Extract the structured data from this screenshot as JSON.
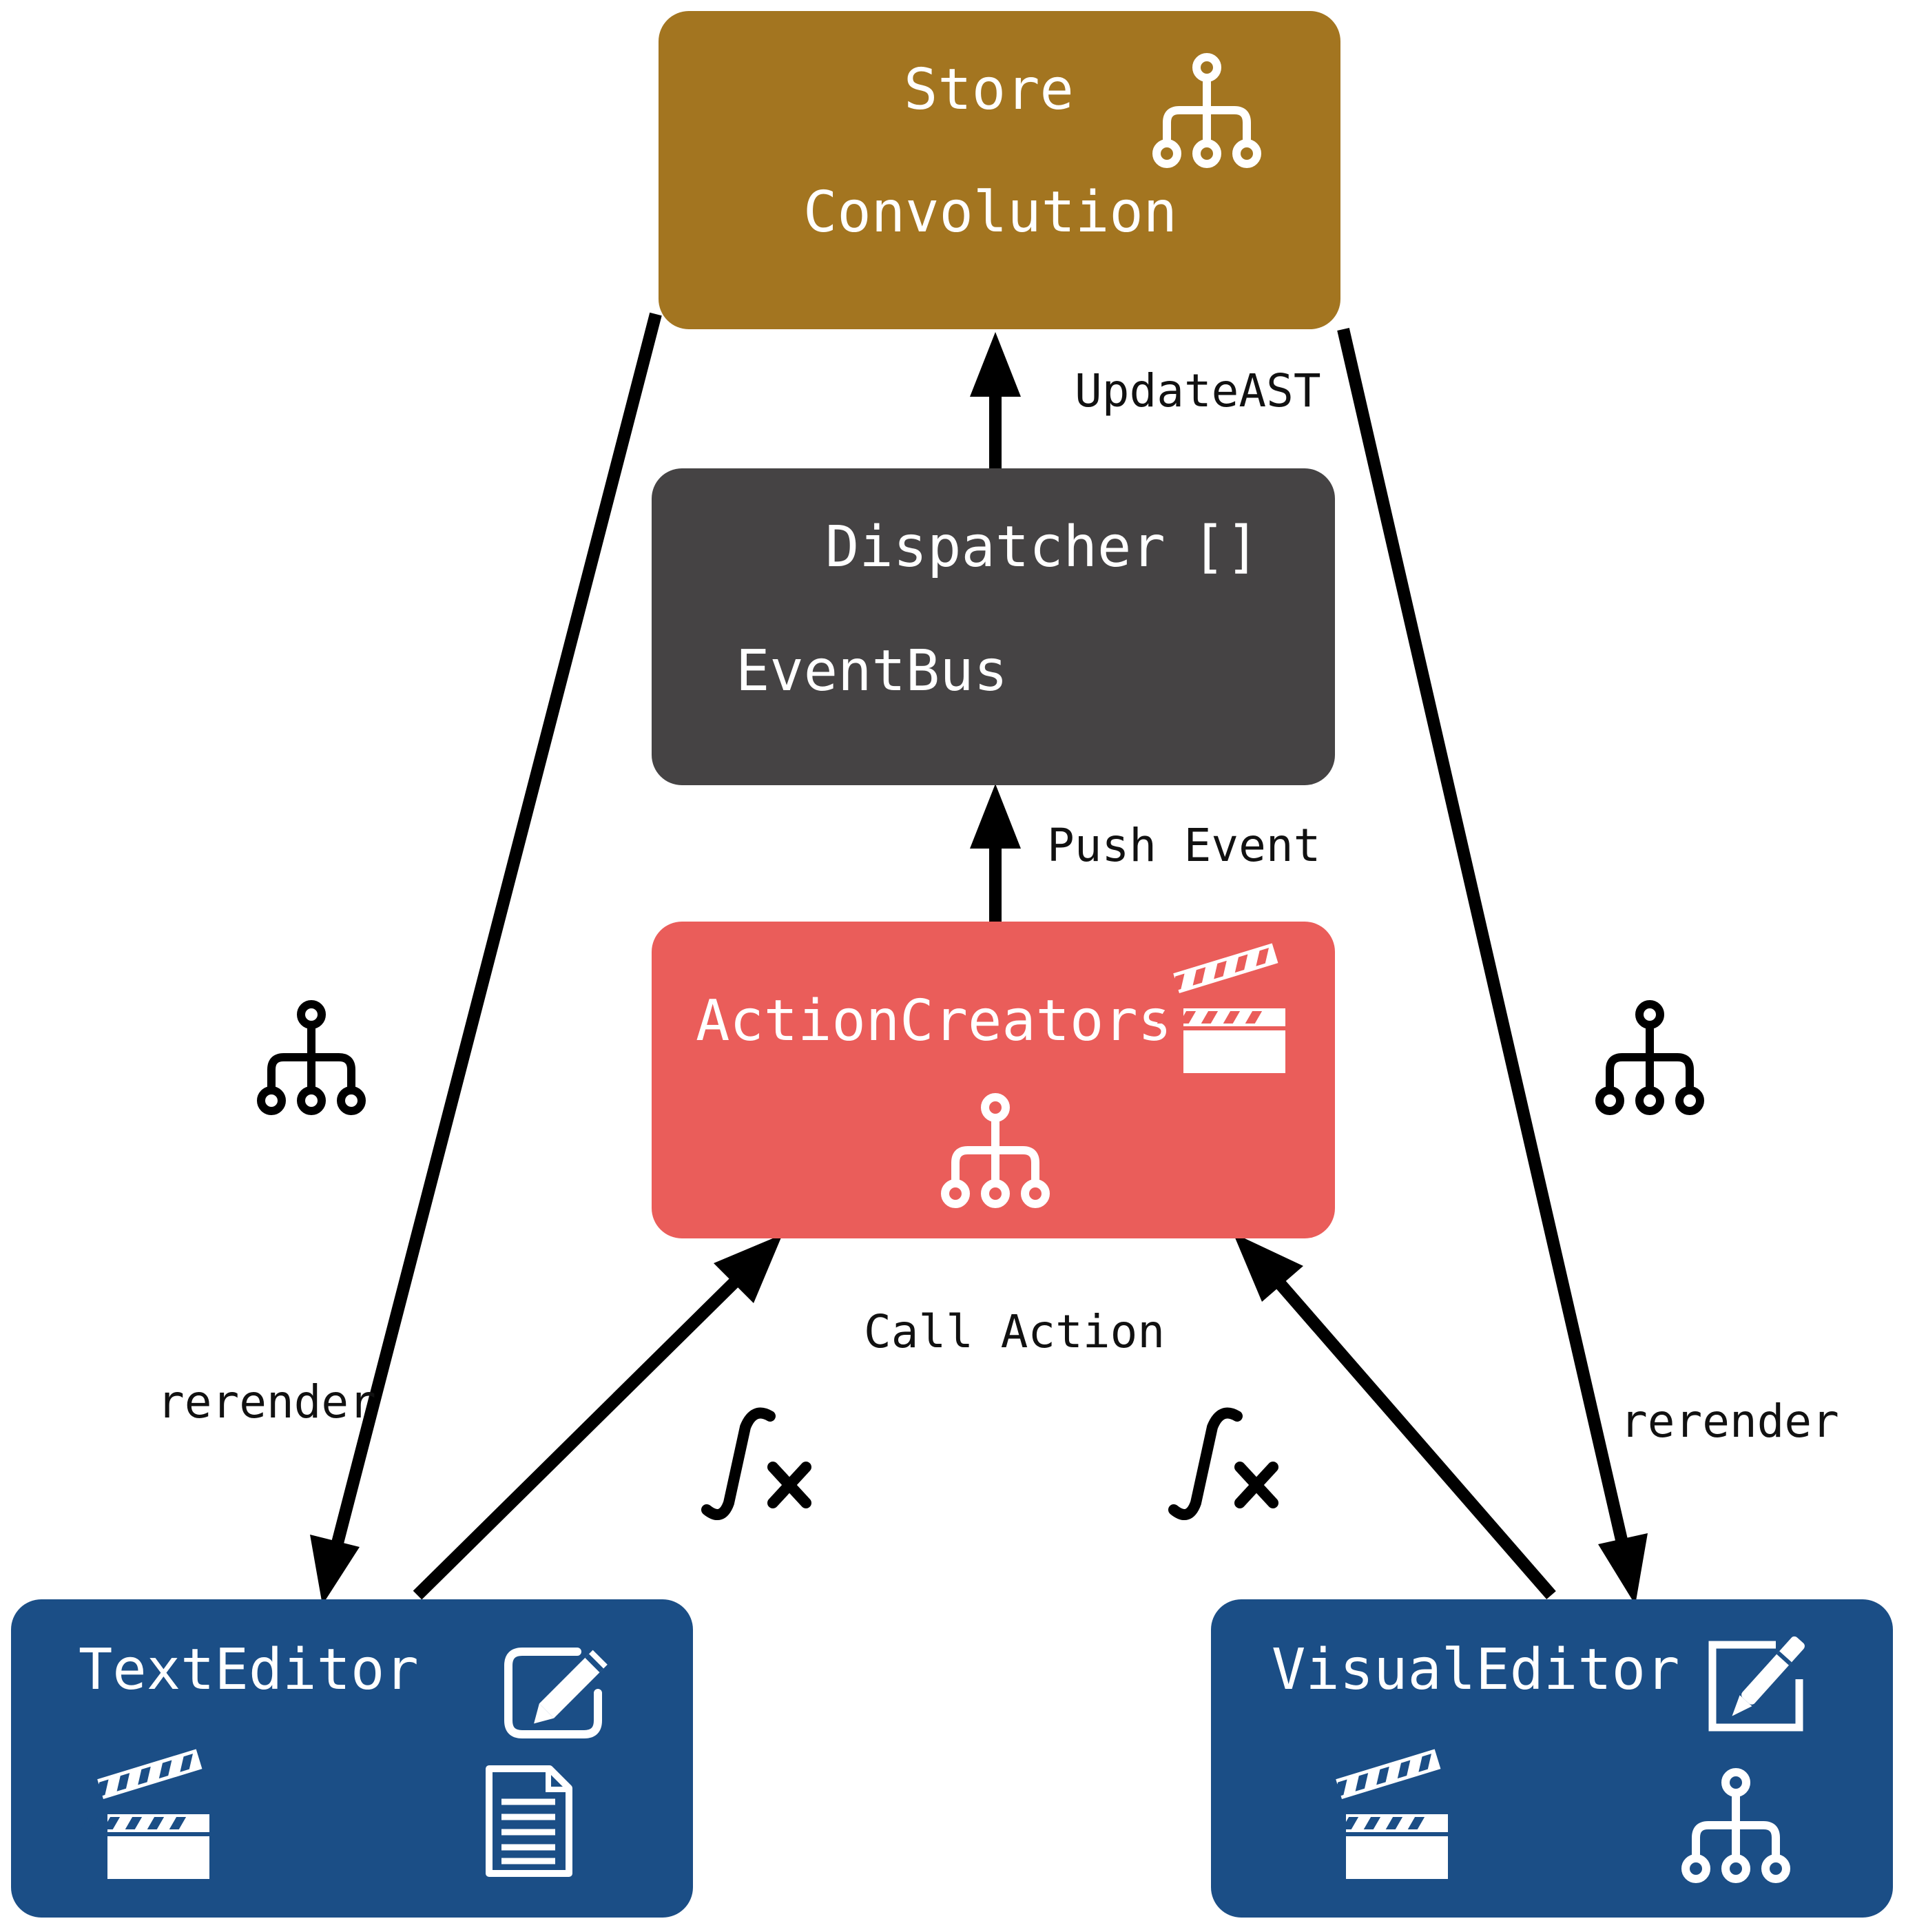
{
  "colors": {
    "store": "#A37520",
    "dispatcher": "#454344",
    "action_creators": "#EA5D5A",
    "editor": "#1B4E86",
    "edge": "#000000",
    "icon_light": "#ffffff",
    "icon_dark": "#000000"
  },
  "nodes": {
    "store": {
      "title": "Store",
      "subtitle": "Convolution",
      "icon": "tree-structure-icon"
    },
    "dispatcher": {
      "title": "Dispatcher",
      "title_glyph": "[]",
      "subtitle": "EventBus"
    },
    "action_creators": {
      "title": "ActionCreators",
      "icons": [
        "clapperboard-icon",
        "tree-structure-icon"
      ]
    },
    "text_editor": {
      "title": "TextEditor",
      "icons": [
        "edit-pencil-icon",
        "clapperboard-icon",
        "document-icon"
      ]
    },
    "visual_editor": {
      "title": "VisualEditor",
      "icons": [
        "edit-pen-icon",
        "clapperboard-icon",
        "tree-structure-icon"
      ]
    }
  },
  "edges": {
    "update_ast": {
      "label": "UpdateAST",
      "from": "dispatcher",
      "to": "store"
    },
    "push_event": {
      "label": "Push Event",
      "from": "action_creators",
      "to": "dispatcher"
    },
    "call_action": {
      "label": "Call Action",
      "from": [
        "text_editor",
        "visual_editor"
      ],
      "to": "action_creators"
    },
    "rerender_left": {
      "label": "rerender",
      "from": "store",
      "to": "text_editor"
    },
    "rerender_right": {
      "label": "rerender",
      "from": "store",
      "to": "visual_editor"
    }
  },
  "edge_icons": {
    "rerender_left": "tree-structure-icon",
    "rerender_right": "tree-structure-icon",
    "call_action_left": "function-fx-icon",
    "call_action_right": "function-fx-icon"
  }
}
